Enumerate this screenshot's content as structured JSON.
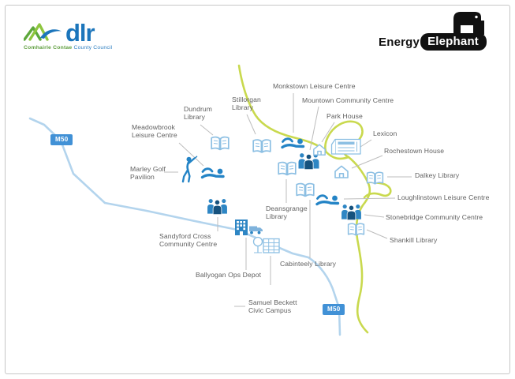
{
  "header": {
    "dlr_logo": {
      "name": "dlr",
      "tagline_bold": "Comhairle Contae",
      "tagline_rest": "County Council",
      "brand_blue": "#1b75bb",
      "brand_green": "#76b82a"
    },
    "energy_logo": {
      "word_black": "Energy",
      "word_white": "Elephant"
    }
  },
  "map": {
    "road_badges": [
      {
        "label": "M50"
      },
      {
        "label": "M50"
      }
    ],
    "road_colors": {
      "motorway_blue": "#b3d4ed",
      "road_green": "#c9d94e",
      "badge_blue": "#4191d6"
    },
    "icon_colors": {
      "solid_blue": "#2484c6",
      "dark_blue": "#16527e",
      "outline_blue": "#8cbfe3"
    },
    "label_color": "#5f5f5f",
    "locations": [
      {
        "id": "dundrum-library",
        "label": "Dundrum Library",
        "icon": "book-icon"
      },
      {
        "id": "stillorgan-library",
        "label": "Stillorgan Library",
        "icon": "book-icon"
      },
      {
        "id": "monkstown-leisure-centre",
        "label": "Monkstown Leisure Centre",
        "icon": "swimmer-icon"
      },
      {
        "id": "mountown-community-centre",
        "label": "Mountown Community Centre",
        "icon": "people-icon"
      },
      {
        "id": "park-house",
        "label": "Park House",
        "icon": "house-icon"
      },
      {
        "id": "lexicon",
        "label": "Lexicon",
        "icon": "large-building-icon"
      },
      {
        "id": "rochestown-house",
        "label": "Rochestown House",
        "icon": "house-icon"
      },
      {
        "id": "dalkey-library",
        "label": "Dalkey Library",
        "icon": "book-icon"
      },
      {
        "id": "loughlinstown-leisure-centre",
        "label": "Loughlinstown Leisure Centre",
        "icon": "swimmer-icon"
      },
      {
        "id": "stonebridge-community-centre",
        "label": "Stonebridge Community Centre",
        "icon": "people-icon"
      },
      {
        "id": "shankill-library",
        "label": "Shankill Library",
        "icon": "book-icon"
      },
      {
        "id": "meadowbrook-leisure-centre",
        "label": "Meadowbrook Leisure Centre",
        "icon": "swimmer-icon"
      },
      {
        "id": "marley-golf-pavilion",
        "label": "Marley Golf Pavilion",
        "icon": "golfer-icon"
      },
      {
        "id": "sandyford-cross-community-centre",
        "label": "Sandyford  Cross Community Centre",
        "icon": "people-icon"
      },
      {
        "id": "ballyogan-ops-depot",
        "label": "Ballyogan Ops Depot",
        "icon": "depot-icon"
      },
      {
        "id": "samuel-beckett-civic-campus",
        "label": "Samuel Beckett Civic Campus",
        "icon": "campus-icon"
      },
      {
        "id": "deansgrange-library",
        "label": "Deansgrange Library",
        "icon": "book-icon"
      },
      {
        "id": "cabinteely-library",
        "label": "Cabinteely Library",
        "icon": "book-icon"
      }
    ]
  }
}
